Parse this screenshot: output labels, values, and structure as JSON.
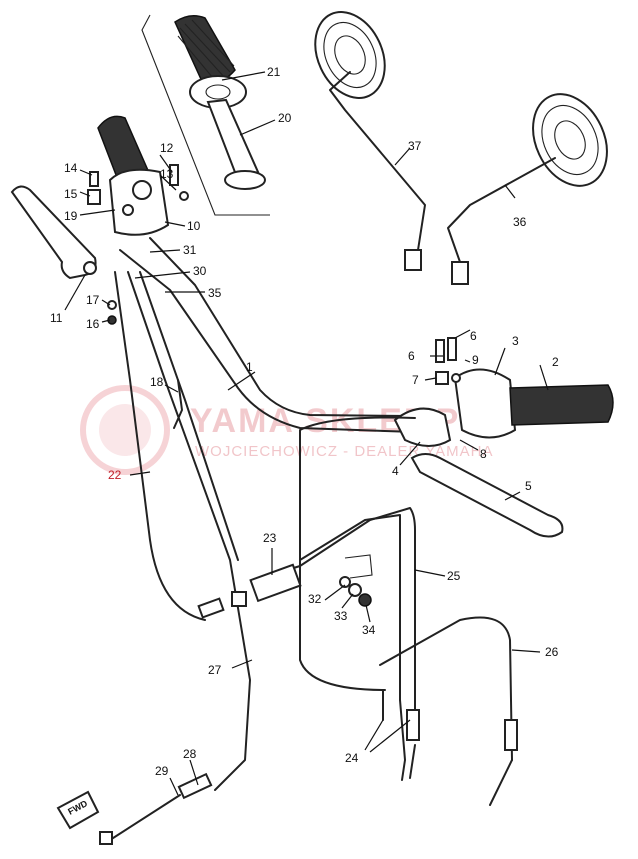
{
  "watermark": {
    "title": "YAMA SKLEP.PL",
    "subtitle": "WOJCIECHOWICZ - DEALER YAMAHA"
  },
  "direction_badge": "FWD",
  "part_labels": [
    {
      "id": "p1",
      "text": "1"
    },
    {
      "id": "p2",
      "text": "2"
    },
    {
      "id": "p3",
      "text": "3"
    },
    {
      "id": "p4",
      "text": "4"
    },
    {
      "id": "p5",
      "text": "5"
    },
    {
      "id": "p6a",
      "text": "6"
    },
    {
      "id": "p6b",
      "text": "6"
    },
    {
      "id": "p7",
      "text": "7"
    },
    {
      "id": "p8",
      "text": "8"
    },
    {
      "id": "p9",
      "text": "9"
    },
    {
      "id": "p10",
      "text": "10"
    },
    {
      "id": "p11",
      "text": "11"
    },
    {
      "id": "p12",
      "text": "12"
    },
    {
      "id": "p13",
      "text": "13"
    },
    {
      "id": "p14",
      "text": "14"
    },
    {
      "id": "p15",
      "text": "15"
    },
    {
      "id": "p16",
      "text": "16"
    },
    {
      "id": "p17",
      "text": "17"
    },
    {
      "id": "p18",
      "text": "18"
    },
    {
      "id": "p19",
      "text": "19"
    },
    {
      "id": "p20",
      "text": "20"
    },
    {
      "id": "p21",
      "text": "21"
    },
    {
      "id": "p22",
      "text": "22"
    },
    {
      "id": "p23",
      "text": "23"
    },
    {
      "id": "p24",
      "text": "24"
    },
    {
      "id": "p25",
      "text": "25"
    },
    {
      "id": "p26",
      "text": "26"
    },
    {
      "id": "p27",
      "text": "27"
    },
    {
      "id": "p28",
      "text": "28"
    },
    {
      "id": "p29",
      "text": "29"
    },
    {
      "id": "p30",
      "text": "30"
    },
    {
      "id": "p31",
      "text": "31"
    },
    {
      "id": "p32",
      "text": "32"
    },
    {
      "id": "p33",
      "text": "33"
    },
    {
      "id": "p34",
      "text": "34"
    },
    {
      "id": "p35",
      "text": "35"
    },
    {
      "id": "p36",
      "text": "36"
    },
    {
      "id": "p37",
      "text": "37"
    }
  ]
}
